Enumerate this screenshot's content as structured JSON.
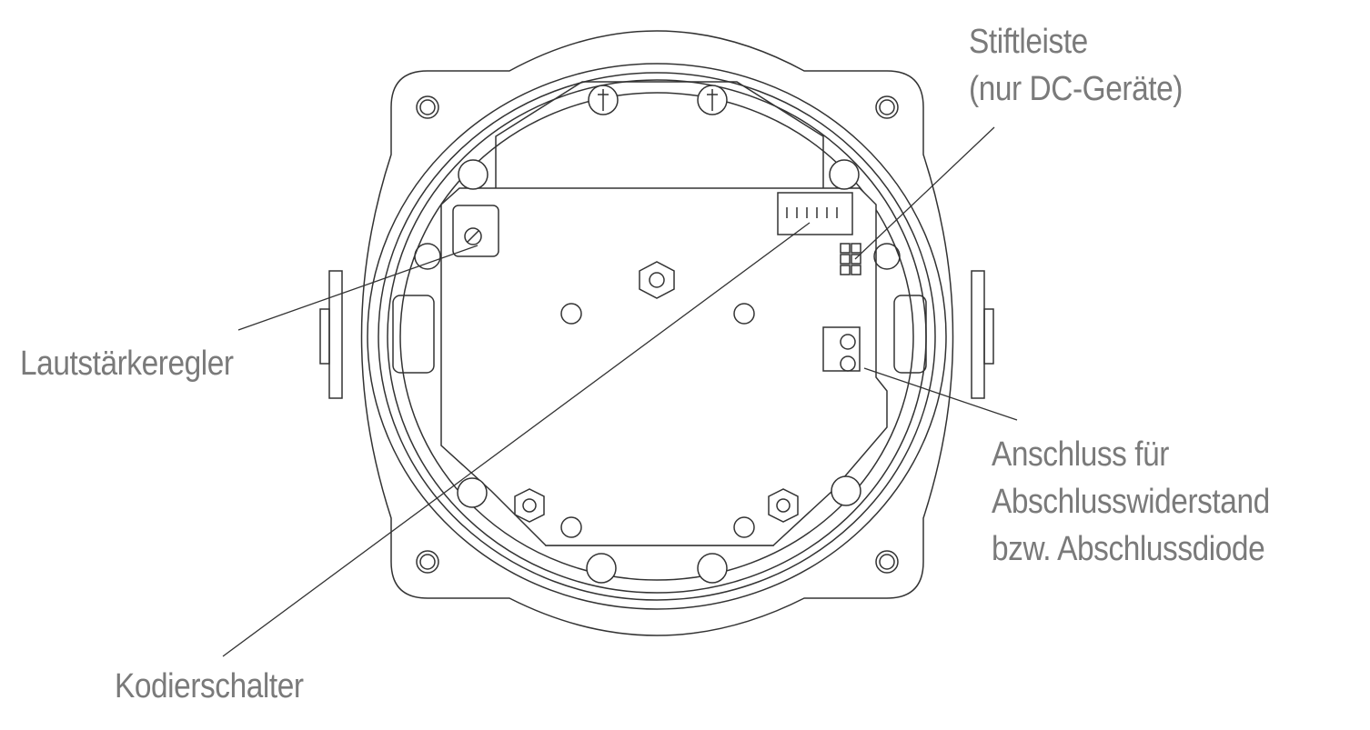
{
  "labels": {
    "stiftleiste_line1": "Stiftleiste",
    "stiftleiste_line2": "(nur DC-Geräte)",
    "lautstaerkeregler": "Lautstärkeregler",
    "anschluss_line1": "Anschluss für",
    "anschluss_line2": "Abschlusswiderstand",
    "anschluss_line3": "bzw. Abschlussdiode",
    "kodierschalter": "Kodierschalter"
  },
  "colors": {
    "line": "#333333",
    "text": "#7a7a7a"
  }
}
